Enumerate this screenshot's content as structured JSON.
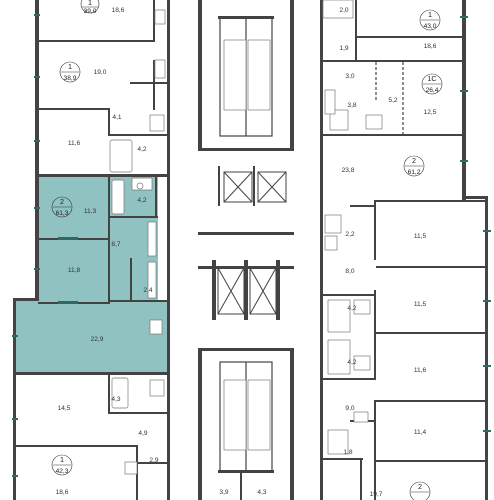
{
  "colors": {
    "highlight_fill": "#8fc2c1",
    "wall": "#434343",
    "window_mark": "#2f6b62"
  },
  "apartments": [
    {
      "id": "apt-left-1",
      "number": "1",
      "area": "39,0"
    },
    {
      "id": "apt-left-2",
      "number": "1",
      "area": "38,9"
    },
    {
      "id": "apt-left-3",
      "number": "2",
      "area": "61,3",
      "highlighted": true
    },
    {
      "id": "apt-left-4",
      "number": "1",
      "area": "42,3"
    },
    {
      "id": "apt-right-1",
      "number": "1",
      "area": "43,0"
    },
    {
      "id": "apt-right-2",
      "number": "1С",
      "area": "26,4"
    },
    {
      "id": "apt-right-3",
      "number": "2",
      "area": "61,2"
    },
    {
      "id": "apt-right-4",
      "number": "2",
      "area": ""
    }
  ],
  "rooms": {
    "l_top_room": "18,6",
    "l_room_19": "19,0",
    "l_hall_41": "4,1",
    "l_room_116": "11,6",
    "l_bath_42a": "4,2",
    "l_bath_42b": "4,2",
    "l_room_113": "11,3",
    "l_hall_87": "8,7",
    "l_room_118": "11,8",
    "l_wc_24": "2,4",
    "l_living_229": "22,9",
    "l_bath_43": "4,3",
    "l_room_145": "14,5",
    "l_hall_49": "4,9",
    "l_room_186b": "18,6",
    "l_wc_29": "2,9",
    "c_store_39": "3,9",
    "c_store_43": "4,3",
    "r_wc_20": "2,0",
    "r_room_186": "18,6",
    "r_wc_19": "1,9",
    "r_hall_30": "3,0",
    "r_bath_38": "3,8",
    "r_room_52": "5,2",
    "r_room_125": "12,5",
    "r_room_238": "23,8",
    "r_wc_22": "2,2",
    "r_room_115a": "11,5",
    "r_hall_80": "8,0",
    "r_bath_42a": "4,2",
    "r_room_115b": "11,5",
    "r_bath_42b": "4,2",
    "r_room_116": "11,6",
    "r_hall_90": "9,0",
    "r_room_114": "11,4",
    "r_wc_18": "1,8",
    "r_room_197": "19,7"
  }
}
